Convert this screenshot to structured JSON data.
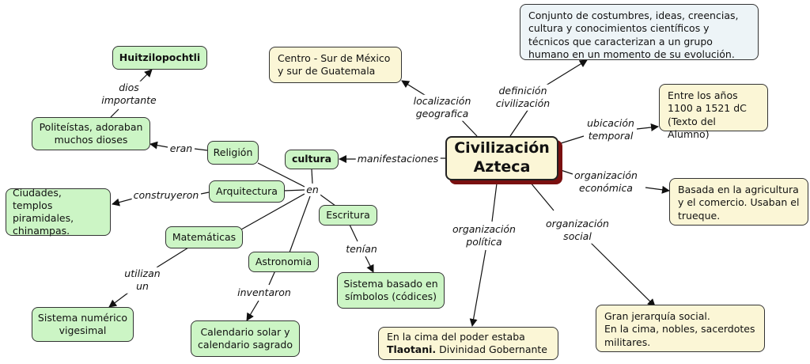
{
  "center": {
    "line1": "Civilización",
    "line2": "Azteca"
  },
  "nodes": {
    "definicion": "Conjunto de costumbres, ideas, creencias, cultura y conocimientos científicos y técnicos que caracterizan a un grupo humano en un momento de su evolución.",
    "localizacion_line1": "Centro - Sur de México",
    "localizacion_line2": "y sur de Guatemala",
    "ubicacion_line1": "Entre los años",
    "ubicacion_line2": "1100 a 1521 dC",
    "ubicacion_line3": "(Texto del Alumno)",
    "economica": "Basada en la agricultura y el comercio. Usaban el trueque.",
    "social_line1": "Gran jerarquía social.",
    "social_line2": "En la cima, nobles, sacerdotes militares.",
    "politica_line1": "En la cima del poder estaba",
    "politica_bold": "Tlaotani.",
    "politica_rest": " Divinidad Gobernante",
    "cultura": "cultura",
    "religion": "Religión",
    "arquitectura": "Arquitectura",
    "matematicas": "Matemáticas",
    "astronomia": "Astronomia",
    "escritura": "Escritura",
    "huitzilopochtli": "Huitzilopochtli",
    "politeistas": "Politeístas, adoraban muchos dioses",
    "ciudades": "Ciudades, templos piramidales, chinampas.",
    "sistema_numerico": "Sistema numérico vigesimal",
    "calendario": "Calendario solar y calendario sagrado",
    "sistema_simbolos": "Sistema basado en símbolos (códices)"
  },
  "labels": {
    "definicion": [
      "definición",
      "civilización"
    ],
    "localizacion": [
      "localización",
      "geografica"
    ],
    "ubicacion": [
      "ubicación",
      "temporal"
    ],
    "economica": [
      "organización",
      "económica"
    ],
    "social": [
      "organización",
      "social"
    ],
    "politica": [
      "organización",
      "política"
    ],
    "manifestaciones": [
      "manifestaciones"
    ],
    "en": [
      "en"
    ],
    "eran": [
      "eran"
    ],
    "dios": [
      "dios",
      "importante"
    ],
    "construyeron": [
      "construyeron"
    ],
    "utilizan": [
      "utilizan",
      "un"
    ],
    "inventaron": [
      "inventaron"
    ],
    "tenian": [
      "tenían"
    ]
  }
}
